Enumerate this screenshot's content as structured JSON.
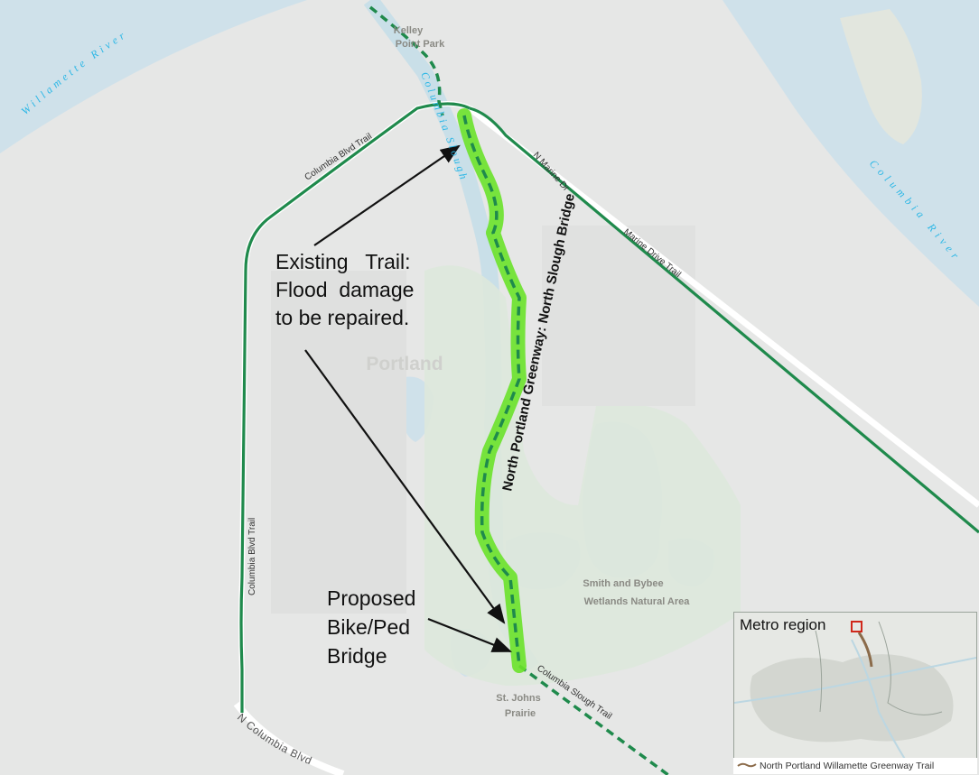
{
  "map": {
    "water_labels": {
      "willamette": "Willamette River",
      "columbia": "Columbia River",
      "slough": "Columbia Slough"
    },
    "place_labels": {
      "kelley_line1": "Kelley",
      "kelley_line2": "Point Park",
      "portland": "Portland",
      "smith_line1": "Smith and Bybee",
      "smith_line2": "Wetlands Natural Area",
      "stjohns_line1": "St. Johns",
      "stjohns_line2": "Prairie"
    },
    "trail_labels": {
      "columbia_blvd_trail": "Columbia Blvd Trail",
      "marine_drive_trail": "Marine Drive Trail",
      "columbia_slough_trail": "Columbia Slough Trail",
      "greenway": "North Portland Greenway: North Slough Bridge"
    },
    "road_labels": {
      "marine_dr": "N Marine Dr",
      "columbia_blvd": "N Columbia Blvd"
    },
    "callouts": {
      "existing": [
        "Existing   Trail:",
        "Flood  damage",
        "to be repaired."
      ],
      "proposed": [
        "Proposed",
        "Bike/Ped",
        "Bridge"
      ]
    },
    "colors": {
      "water": "#cfe3ec",
      "land": "#e7e8e7",
      "park": "#dfe9df",
      "trail": "#1f8a4c",
      "highlight": "#5fd11f",
      "water_text": "#2bb7e6"
    }
  },
  "inset": {
    "title": "Metro region",
    "legend": "North Portland Willamette Greenway Trail",
    "legend_color": "#8b6b4a",
    "locator_color": "#d0281b"
  }
}
